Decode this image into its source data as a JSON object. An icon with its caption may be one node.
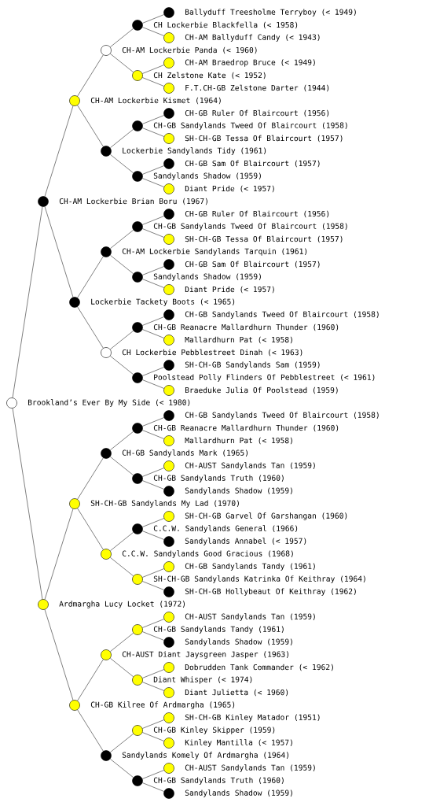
{
  "diagram": {
    "nodes": [
      {
        "text": [
          "Ballyduff Treesholme Terryboy (< 1949)"
        ]
      },
      {
        "text": [
          "CH Lockerbie Blackfella (< 1958)"
        ]
      },
      {
        "text": [
          "CH-AM Ballyduff Candy (< 1943)"
        ]
      },
      {
        "text": [
          "CH-AM Lockerbie Panda (< 1960)"
        ]
      },
      {
        "text": [
          "CH-AM Braedrop Bruce (< 1949)"
        ]
      },
      {
        "text": [
          "CH Zelstone Kate (< 1952)"
        ]
      },
      {
        "text": [
          "F.T.CH-GB Zelstone Darter (1944)"
        ]
      },
      {
        "text": [
          "CH-AM Lockerbie Kismet (1964)"
        ]
      },
      {
        "text": [
          "CH-GB Ruler Of Blaircourt (1956)"
        ]
      },
      {
        "text": [
          "CH-GB Sandylands Tweed Of Blaircourt (1958)"
        ]
      },
      {
        "text": [
          "SH-CH-GB Tessa Of Blaircourt (1957)"
        ]
      },
      {
        "text": [
          "Lockerbie Sandylands Tidy (1961)"
        ]
      },
      {
        "text": [
          "CH-GB Sam Of Blaircourt (1957)"
        ]
      },
      {
        "text": [
          "Sandylands Shadow (1959)"
        ]
      },
      {
        "text": [
          "Diant Pride (< 1957)"
        ]
      },
      {
        "text": [
          "CH-AM Lockerbie Brian Boru (1967)"
        ]
      },
      {
        "text": [
          "CH-GB Ruler Of Blaircourt (1956)"
        ]
      },
      {
        "text": [
          "CH-GB Sandylands Tweed Of Blaircourt (1958)"
        ]
      },
      {
        "text": [
          "SH-CH-GB Tessa Of Blaircourt (1957)"
        ]
      },
      {
        "text": [
          "CH-AM Lockerbie Sandylands Tarquin (1961)"
        ]
      },
      {
        "text": [
          "CH-GB Sam Of Blaircourt (1957)"
        ]
      },
      {
        "text": [
          "Sandylands Shadow (1959)"
        ]
      },
      {
        "text": [
          "Diant Pride (< 1957)"
        ]
      },
      {
        "text": [
          "Lockerbie Tackety Boots (< 1965)"
        ]
      },
      {
        "text": [
          "CH-GB Sandylands Tweed Of Blaircourt (1958)"
        ]
      },
      {
        "text": [
          "CH-GB Reanacre Mallardhurn Thunder (1960)"
        ]
      },
      {
        "text": [
          "Mallardhurn Pat (< 1958)"
        ]
      },
      {
        "text": [
          "CH Lockerbie Pebblestreet Dinah (< 1963)"
        ]
      },
      {
        "text": [
          "SH-CH-GB Sandylands Sam (1959)"
        ]
      },
      {
        "text": [
          "Poolstead Polly Flinders Of Pebblestreet (< 1961)"
        ]
      },
      {
        "text": [
          "Braeduke Julia Of Poolstead (1959)"
        ]
      },
      {
        "text": [
          "Brookland’s Ever By My Side (< 1980)"
        ]
      },
      {
        "text": [
          "CH-GB Sandylands Tweed Of Blaircourt (1958)"
        ]
      },
      {
        "text": [
          "CH-GB Reanacre Mallardhurn Thunder (1960)"
        ]
      },
      {
        "text": [
          "Mallardhurn Pat (< 1958)"
        ]
      },
      {
        "text": [
          "CH-GB Sandylands Mark (1965)"
        ]
      },
      {
        "text": [
          "CH-AUST Sandylands Tan (1959)"
        ]
      },
      {
        "text": [
          "CH-GB Sandylands Truth (1960)"
        ]
      },
      {
        "text": [
          "Sandylands Shadow (1959)"
        ]
      },
      {
        "text": [
          "SH-CH-GB Sandylands My Lad (1970)"
        ]
      },
      {
        "text": [
          "SH-CH-GB Garvel Of Garshangan (1960)"
        ]
      },
      {
        "text": [
          "C.C.W. Sandylands General (1966)"
        ]
      },
      {
        "text": [
          "Sandylands Annabel (< 1957)"
        ]
      },
      {
        "text": [
          "C.C.W. Sandylands Good Gracious (1968)"
        ]
      },
      {
        "text": [
          "CH-GB Sandylands Tandy (1961)"
        ]
      },
      {
        "text": [
          "SH-CH-GB Sandylands Katrinka Of Keithray (1964)"
        ]
      },
      {
        "text": [
          "SH-CH-GB Hollybeaut Of Keithray (1962)"
        ]
      },
      {
        "text": [
          "Ardmargha Lucy Locket (1972)"
        ]
      },
      {
        "text": [
          "CH-AUST Sandylands Tan (1959)"
        ]
      },
      {
        "text": [
          "CH-GB Sandylands Tandy (1961)"
        ]
      },
      {
        "text": [
          "Sandylands Shadow (1959)"
        ]
      },
      {
        "text": [
          "CH-AUST Diant Jaysgreen Jasper (1963)"
        ]
      },
      {
        "text": [
          "Dobrudden Tank Commander (< 1962)"
        ]
      },
      {
        "text": [
          "Diant Whisper (< 1974)"
        ]
      },
      {
        "text": [
          "Diant Julietta (< 1960)"
        ]
      },
      {
        "text": [
          "CH-GB Kilree Of Ardmargha (1965)"
        ]
      },
      {
        "text": [
          "SH-CH-GB Kinley Matador (1951)"
        ]
      },
      {
        "text": [
          "CH-GB Kinley Skipper (1959)"
        ]
      },
      {
        "text": [
          "Kinley Mantilla (< 1957)"
        ]
      },
      {
        "text": [
          "Sandylands Komely Of Ardmargha (1964)"
        ]
      },
      {
        "text": [
          "CH-AUST Sandylands Tan (1959)"
        ]
      },
      {
        "text": [
          "CH-GB Sandylands Truth (1960)"
        ]
      },
      {
        "text": [
          "Sandylands Shadow (1959)"
        ]
      }
    ],
    "edges": [
      {
        "from": 1,
        "to": 0,
        "arrow": "none"
      },
      {
        "from": 3,
        "to": 1,
        "arrow": "none"
      },
      {
        "from": 1,
        "to": 2,
        "arrow": "none"
      },
      {
        "from": 7,
        "to": 3,
        "arrow": "none"
      },
      {
        "from": 5,
        "to": 4,
        "arrow": "none"
      },
      {
        "from": 3,
        "to": 5,
        "arrow": "none"
      },
      {
        "from": 5,
        "to": 6,
        "arrow": "none"
      },
      {
        "from": 15,
        "to": 7,
        "arrow": "none"
      },
      {
        "from": 9,
        "to": 8,
        "arrow": "none"
      },
      {
        "from": 11,
        "to": 9,
        "arrow": "none"
      },
      {
        "from": 9,
        "to": 10,
        "arrow": "none"
      },
      {
        "from": 7,
        "to": 11,
        "arrow": "none"
      },
      {
        "from": 13,
        "to": 12,
        "arrow": "none"
      },
      {
        "from": 11,
        "to": 13,
        "arrow": "none"
      },
      {
        "from": 13,
        "to": 14,
        "arrow": "none"
      },
      {
        "from": 31,
        "to": 15,
        "arrow": "none"
      },
      {
        "from": 17,
        "to": 16,
        "arrow": "none"
      },
      {
        "from": 19,
        "to": 17,
        "arrow": "none"
      },
      {
        "from": 17,
        "to": 18,
        "arrow": "none"
      },
      {
        "from": 23,
        "to": 19,
        "arrow": "none"
      },
      {
        "from": 21,
        "to": 20,
        "arrow": "none"
      },
      {
        "from": 19,
        "to": 21,
        "arrow": "none"
      },
      {
        "from": 21,
        "to": 22,
        "arrow": "none"
      },
      {
        "from": 15,
        "to": 23,
        "arrow": "none"
      },
      {
        "from": 25,
        "to": 24,
        "arrow": "none"
      },
      {
        "from": 27,
        "to": 25,
        "arrow": "none"
      },
      {
        "from": 25,
        "to": 26,
        "arrow": "none"
      },
      {
        "from": 23,
        "to": 27,
        "arrow": "none"
      },
      {
        "from": 29,
        "to": 28,
        "arrow": "none"
      },
      {
        "from": 27,
        "to": 29,
        "arrow": "none"
      },
      {
        "from": 29,
        "to": 30,
        "arrow": "none"
      },
      {
        "from": 33,
        "to": 32,
        "arrow": "none"
      },
      {
        "from": 35,
        "to": 33,
        "arrow": "none"
      },
      {
        "from": 33,
        "to": 34,
        "arrow": "none"
      },
      {
        "from": 39,
        "to": 35,
        "arrow": "none"
      },
      {
        "from": 37,
        "to": 36,
        "arrow": "none"
      },
      {
        "from": 35,
        "to": 37,
        "arrow": "none"
      },
      {
        "from": 37,
        "to": 38,
        "arrow": "none"
      },
      {
        "from": 47,
        "to": 39,
        "arrow": "none"
      },
      {
        "from": 41,
        "to": 40,
        "arrow": "none"
      },
      {
        "from": 43,
        "to": 41,
        "arrow": "none"
      },
      {
        "from": 41,
        "to": 42,
        "arrow": "none"
      },
      {
        "from": 39,
        "to": 43,
        "arrow": "none"
      },
      {
        "from": 45,
        "to": 44,
        "arrow": "none"
      },
      {
        "from": 43,
        "to": 45,
        "arrow": "none"
      },
      {
        "from": 45,
        "to": 46,
        "arrow": "none"
      },
      {
        "from": 31,
        "to": 47,
        "arrow": "none"
      },
      {
        "from": 49,
        "to": 48,
        "arrow": "none"
      },
      {
        "from": 51,
        "to": 49,
        "arrow": "none"
      },
      {
        "from": 49,
        "to": 50,
        "arrow": "none"
      },
      {
        "from": 55,
        "to": 51,
        "arrow": "none"
      },
      {
        "from": 53,
        "to": 52,
        "arrow": "none"
      },
      {
        "from": 51,
        "to": 53,
        "arrow": "none"
      },
      {
        "from": 53,
        "to": 54,
        "arrow": "none"
      },
      {
        "from": 47,
        "to": 55,
        "arrow": "none"
      },
      {
        "from": 57,
        "to": 56,
        "arrow": "none"
      },
      {
        "from": 59,
        "to": 57,
        "arrow": "none"
      },
      {
        "from": 57,
        "to": 58,
        "arrow": "none"
      },
      {
        "from": 55,
        "to": 59,
        "arrow": "none"
      },
      {
        "from": 61,
        "to": 60,
        "arrow": "none"
      },
      {
        "from": 59,
        "to": 61,
        "arrow": "none"
      },
      {
        "from": 61,
        "to": 62,
        "arrow": "none"
      }
    ]
  }
}
